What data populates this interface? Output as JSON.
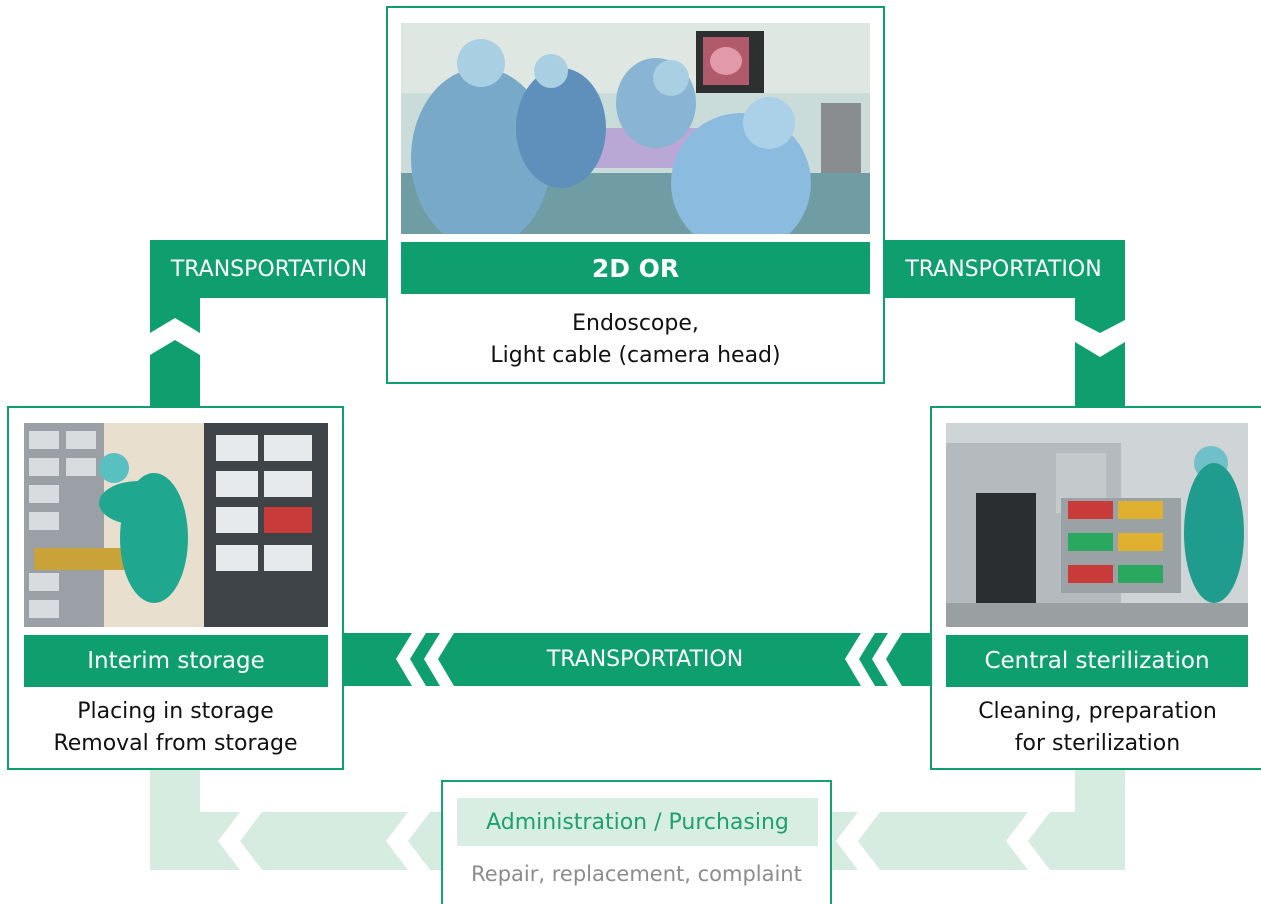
{
  "colors": {
    "brand_green": "#0f9f6e",
    "light_green": "#d7ece0",
    "gray_text": "#8c8c8c"
  },
  "stations": {
    "or": {
      "title": "2D OR",
      "desc_line1": "Endoscope,",
      "desc_line2": "Light cable (camera head)"
    },
    "interim": {
      "title": "Interim storage",
      "desc_line1": "Placing in storage",
      "desc_line2": "Removal from storage"
    },
    "central": {
      "title": "Central sterilization",
      "desc_line1": "Cleaning, preparation",
      "desc_line2": "for sterilization"
    },
    "admin": {
      "title": "Administration / Purchasing",
      "desc": "Repair, replacement, complaint"
    }
  },
  "transport": {
    "left": "TRANSPORTATION",
    "right": "TRANSPORTATION",
    "bottom": "TRANSPORTATION"
  },
  "icons": {
    "or_photo": "operating-room-photo",
    "storage_photo": "storage-rack-photo",
    "sterilization_photo": "sterilizer-photo"
  }
}
